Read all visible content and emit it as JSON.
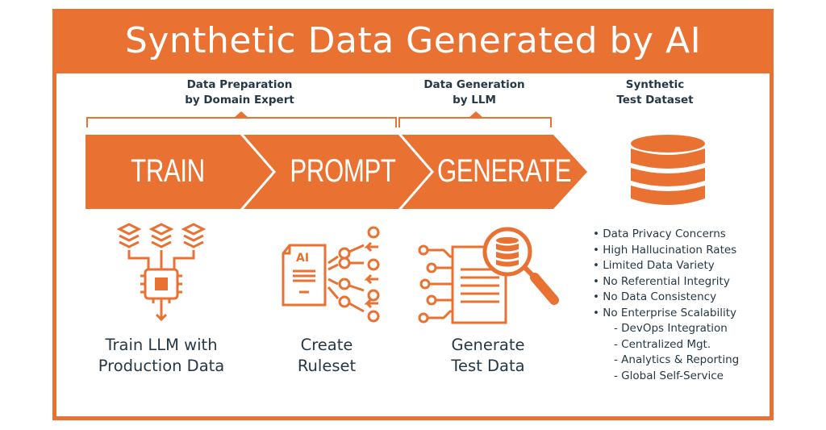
{
  "title": "Synthetic Data Generated by AI",
  "colors": {
    "accent": "#E97132",
    "text": "#263845",
    "background": "#FFFFFF"
  },
  "phases": [
    {
      "line1": "Data Preparation",
      "line2": "by Domain Expert"
    },
    {
      "line1": "Data Generation",
      "line2": "by LLM"
    },
    {
      "line1": "Synthetic",
      "line2": "Test Dataset"
    }
  ],
  "steps": [
    {
      "label": "TRAIN",
      "icon": "chip-with-data-layers-icon",
      "caption_line1": "Train LLM with",
      "caption_line2": "Production Data"
    },
    {
      "label": "PROMPT",
      "icon": "ai-document-network-icon",
      "caption_line1": "Create",
      "caption_line2": "Ruleset"
    },
    {
      "label": "GENERATE",
      "icon": "document-magnifier-database-icon",
      "caption_line1": "Generate",
      "caption_line2": "Test Data"
    }
  ],
  "dataset_icon": "database-icon",
  "issues": [
    "• Data Privacy Concerns",
    "• High Hallucination Rates",
    "• Limited Data Variety",
    "• No Referential Integrity",
    "• No Data Consistency",
    "• No Enterprise Scalability",
    "    - DevOps Integration",
    "    - Centralized Mgt.",
    "    - Analytics & Reporting",
    "    - Global Self-Service"
  ]
}
